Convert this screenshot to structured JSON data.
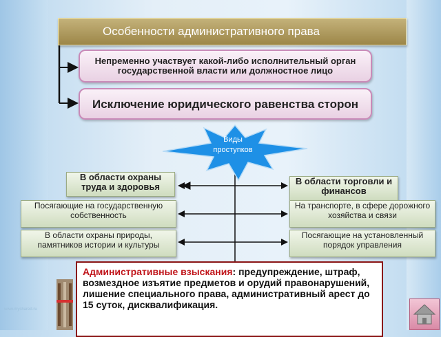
{
  "title": "Особенности административного права",
  "features": [
    "Непременно участвует какой-либо исполнительный орган государственной власти или должностное лицо",
    "Исключение юридического равенства сторон"
  ],
  "center": {
    "label_line1": "Виды",
    "label_line2": "проступков"
  },
  "left_items": [
    "В области охраны труда и здоровья",
    "Посягающие на государственную собственность",
    "В области охраны природы, памятников истории и культуры"
  ],
  "right_items": [
    "В области торговли и финансов",
    "На транспорте, в сфере дорожного хозяйства и связи",
    "Посягающие на установленный порядок управления"
  ],
  "penalties": {
    "heading": "Административные взыскания",
    "colon": ":",
    "text": "предупреждение, штраф, возмездное изъятие предметов и орудий правонарушений, лишение специального права, административный арест до 15 суток, дисквалификация."
  },
  "colors": {
    "title_bar": "#b09c5e",
    "box_border": "#c98ab8",
    "star_fill": "#1e90e6",
    "penalty_heading": "#c0141a",
    "penalty_border": "#8a1414"
  },
  "icons": {
    "home": "home-icon",
    "logo": "scales-logo-icon"
  },
  "watermark": "www.myshared.ru"
}
